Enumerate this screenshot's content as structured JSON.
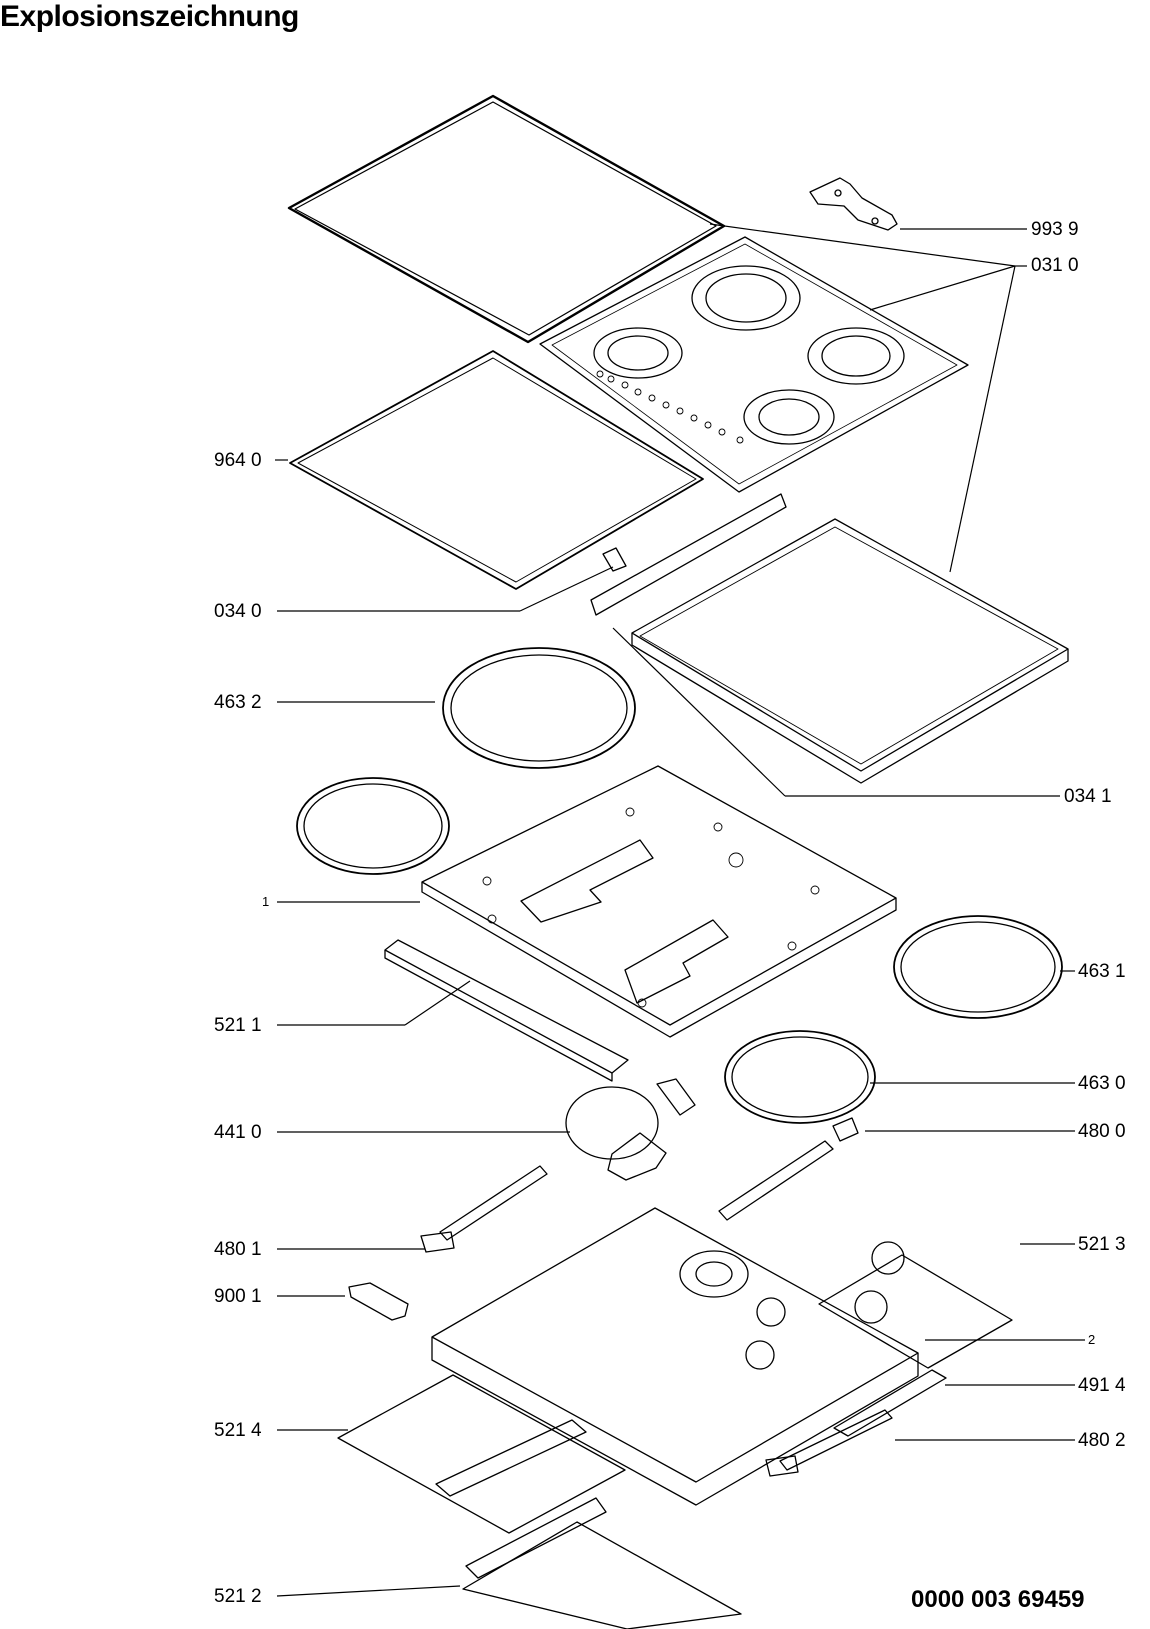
{
  "title": "Explosionszeichnung",
  "document_number": "0000 003 69459",
  "labels": {
    "p9939": "993 9",
    "p0310": "031 0",
    "p9640": "964 0",
    "p0340": "034 0",
    "p4632": "463 2",
    "p0341": "034 1",
    "p1": "1",
    "p4631": "463 1",
    "p5211": "521 1",
    "p4630": "463 0",
    "p4410": "441 0",
    "p4800": "480 0",
    "p4801": "480 1",
    "p5213": "521 3",
    "p9001": "900 1",
    "p2": "2",
    "p4914": "491 4",
    "p5214": "521 4",
    "p4802": "480 2",
    "p5212": "521 2"
  }
}
